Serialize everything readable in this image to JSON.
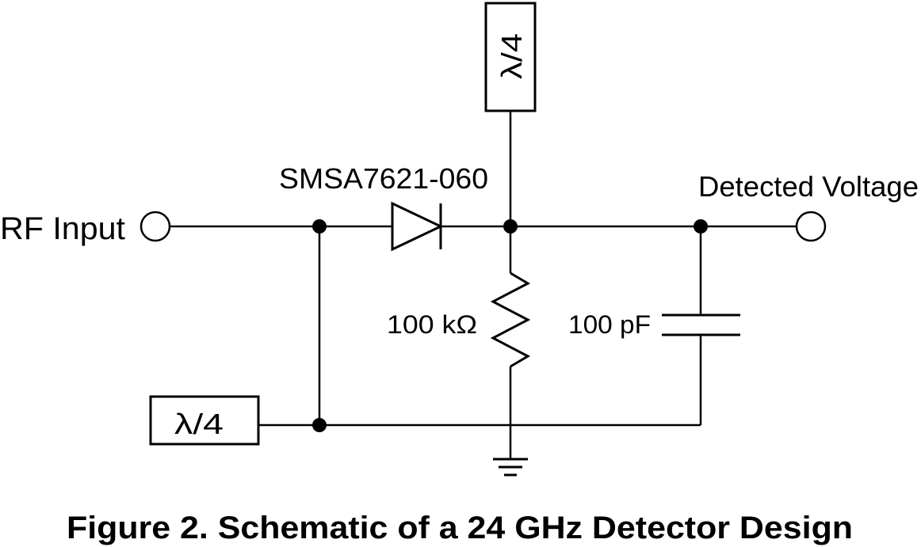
{
  "diagram": {
    "rf_input_label": "RF Input",
    "diode_label": "SMSA7621-060",
    "output_label": "Detected Voltage",
    "resistor_label": "100 kΩ",
    "capacitor_label": "100 pF",
    "stub_top_label": "λ/4",
    "stub_left_label": "λ/4",
    "caption": "Figure 2. Schematic of a 24 GHz Detector Design"
  }
}
